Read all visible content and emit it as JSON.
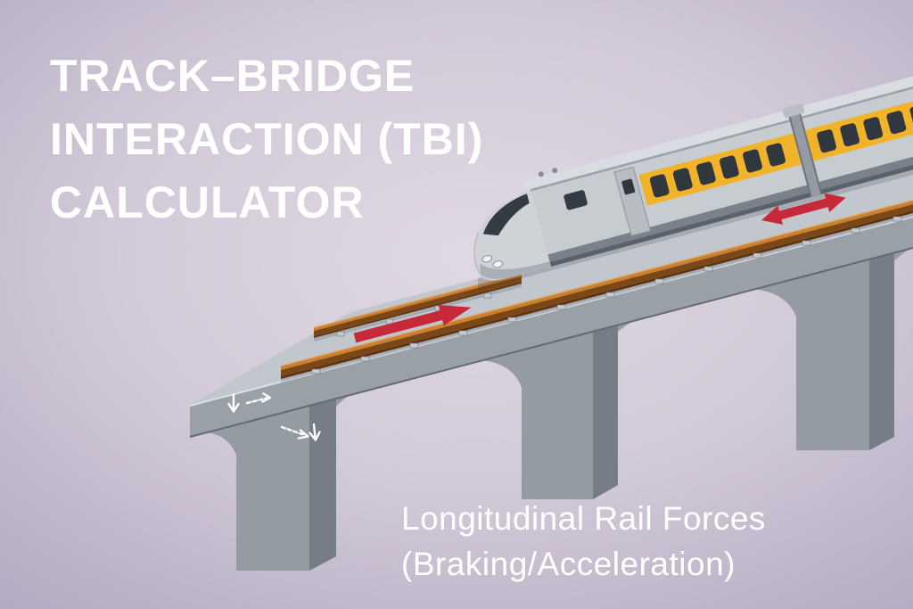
{
  "header": {
    "title_lines": [
      "TRACK–BRIDGE",
      "INTERACTION (TBI)",
      "CALCULATOR"
    ]
  },
  "caption": {
    "lines": [
      "Longitudinal Rail Forces",
      "(Braking/Acceleration)"
    ]
  },
  "colors": {
    "accent_red": "#c5293a",
    "rail_orange": "#c9802f",
    "train_yellow": "#f0b32a",
    "bridge_front_gray": "#99a0a8",
    "text_white": "#ffffff"
  }
}
